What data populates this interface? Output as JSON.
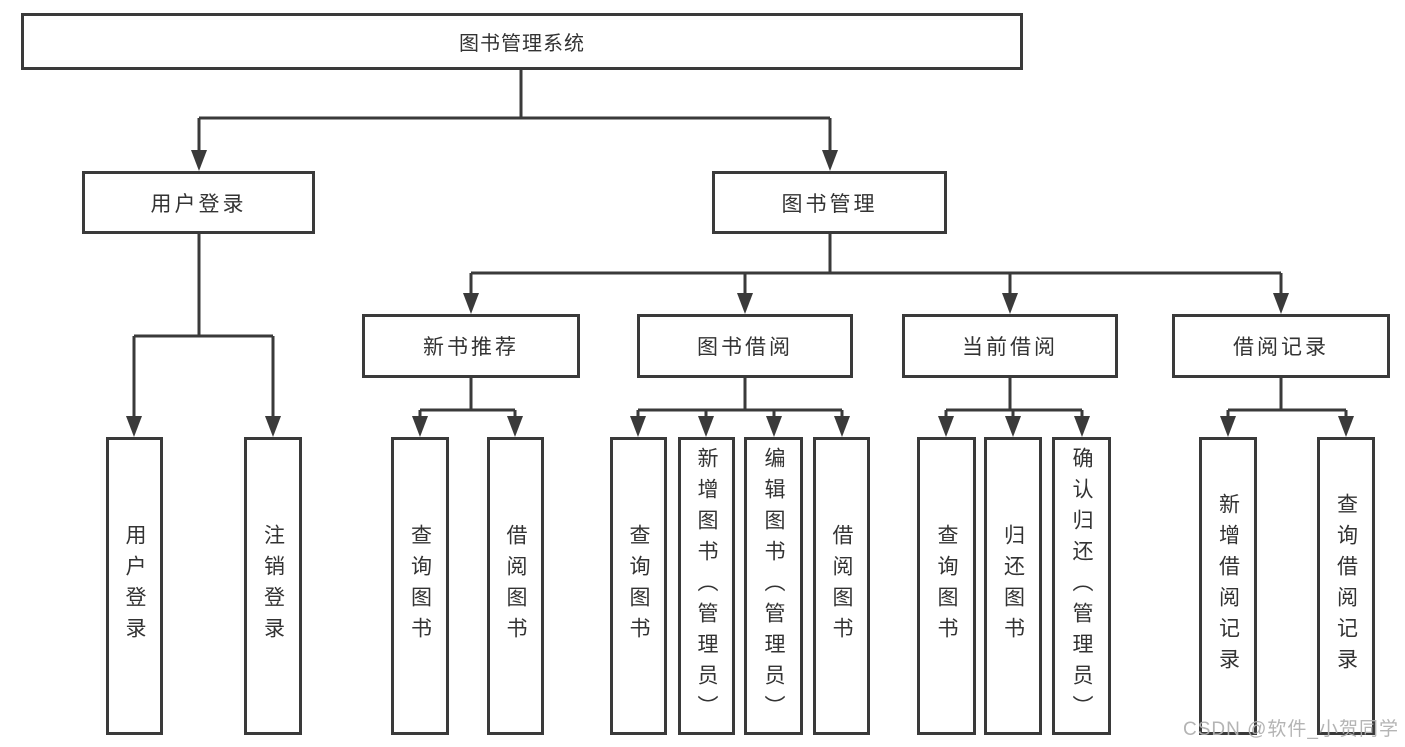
{
  "diagram": {
    "root": {
      "label": "图书管理系统"
    },
    "level2": [
      {
        "label": "用户登录"
      },
      {
        "label": "图书管理"
      }
    ],
    "level3": [
      {
        "label": "新书推荐"
      },
      {
        "label": "图书借阅"
      },
      {
        "label": "当前借阅"
      },
      {
        "label": "借阅记录"
      }
    ],
    "leaves": [
      {
        "parent": "用户登录",
        "label": "用户登录"
      },
      {
        "parent": "用户登录",
        "label": "注销登录"
      },
      {
        "parent": "新书推荐",
        "label": "查询图书"
      },
      {
        "parent": "新书推荐",
        "label": "借阅图书"
      },
      {
        "parent": "图书借阅",
        "label": "查询图书"
      },
      {
        "parent": "图书借阅",
        "label": "新增图书（管理员）"
      },
      {
        "parent": "图书借阅",
        "label": "编辑图书（管理员）"
      },
      {
        "parent": "图书借阅",
        "label": "借阅图书"
      },
      {
        "parent": "当前借阅",
        "label": "查询图书"
      },
      {
        "parent": "当前借阅",
        "label": "归还图书"
      },
      {
        "parent": "当前借阅",
        "label": "确认归还（管理员）"
      },
      {
        "parent": "借阅记录",
        "label": "新增借阅记录"
      },
      {
        "parent": "借阅记录",
        "label": "查询借阅记录"
      }
    ],
    "hierarchy": {
      "图书管理系统": [
        "用户登录",
        "图书管理"
      ],
      "用户登录": [
        "用户登录",
        "注销登录"
      ],
      "图书管理": [
        "新书推荐",
        "图书借阅",
        "当前借阅",
        "借阅记录"
      ],
      "新书推荐": [
        "查询图书",
        "借阅图书"
      ],
      "图书借阅": [
        "查询图书",
        "新增图书（管理员）",
        "编辑图书（管理员）",
        "借阅图书"
      ],
      "当前借阅": [
        "查询图书",
        "归还图书",
        "确认归还（管理员）"
      ],
      "借阅记录": [
        "新增借阅记录",
        "查询借阅记录"
      ]
    },
    "colors": {
      "line": "#3a3a3a",
      "text": "#333333",
      "background": "#ffffff",
      "watermark": "#b0b0b0"
    },
    "watermark": {
      "text": "CSDN @软件_小贺同学"
    }
  }
}
